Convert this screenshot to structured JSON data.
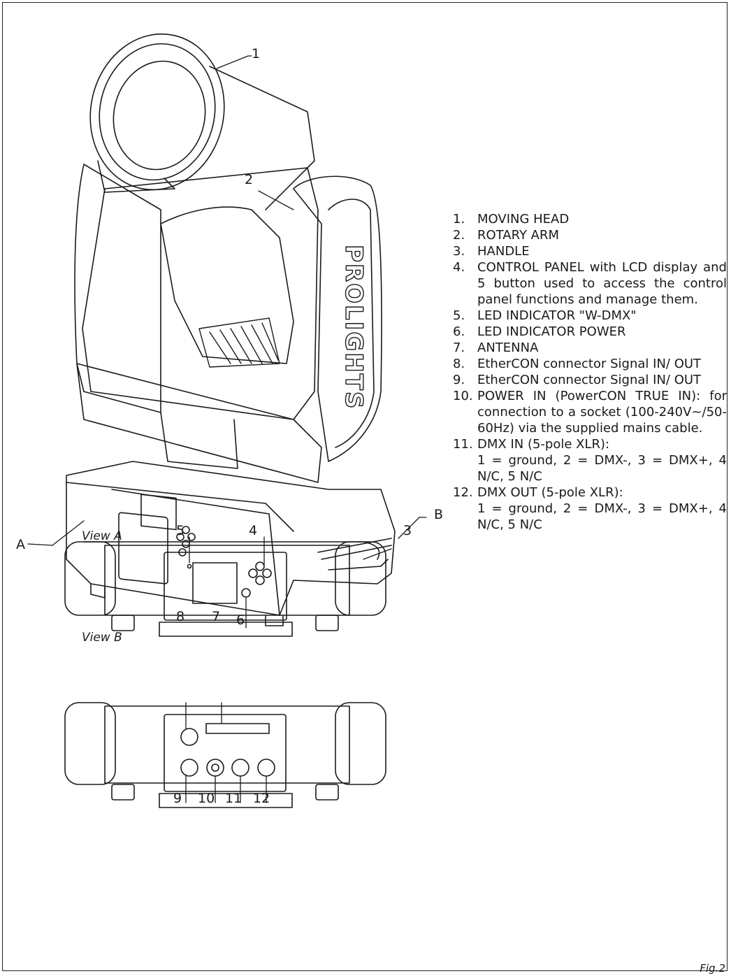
{
  "brand_text": "PROLIGHTS",
  "callouts": {
    "c1": "1",
    "c2": "2",
    "c3": "3",
    "c4": "4",
    "c5": "5",
    "c6": "6",
    "c7": "7",
    "c8": "8",
    "c9": "9",
    "c10": "10",
    "c11": "11",
    "c12": "12",
    "cA": "A",
    "cB": "B"
  },
  "views": {
    "view_a": "View A",
    "view_b": "View B"
  },
  "legend": [
    {
      "num": "1.",
      "text": "MOVING HEAD"
    },
    {
      "num": "2.",
      "text": "ROTARY ARM"
    },
    {
      "num": "3.",
      "text": "HANDLE"
    },
    {
      "num": "4.",
      "text": "CONTROL PANEL with LCD display and 5 button used to access the control panel functions and manage them."
    },
    {
      "num": "5.",
      "text": "LED INDICATOR \"W-DMX\""
    },
    {
      "num": "6.",
      "text": "LED INDICATOR POWER"
    },
    {
      "num": "7.",
      "text": "ANTENNA"
    },
    {
      "num": "8.",
      "text": "EtherCON connector Signal IN/ OUT"
    },
    {
      "num": "9.",
      "text": "EtherCON connector Signal IN/ OUT"
    },
    {
      "num": "10.",
      "text": "POWER IN (PowerCON TRUE IN): for connection to a socket (100-240V~/50-60Hz) via the supplied mains cable."
    },
    {
      "num": "11.",
      "text": "DMX IN (5-pole XLR):",
      "sub": "1 = ground, 2 = DMX-, 3 = DMX+, 4 N/C, 5 N/C"
    },
    {
      "num": "12.",
      "text": "DMX OUT (5-pole XLR):",
      "sub": "1 = ground, 2 = DMX-, 3 = DMX+, 4 N/C, 5 N/C"
    }
  ],
  "figure_label": "Fig.2"
}
